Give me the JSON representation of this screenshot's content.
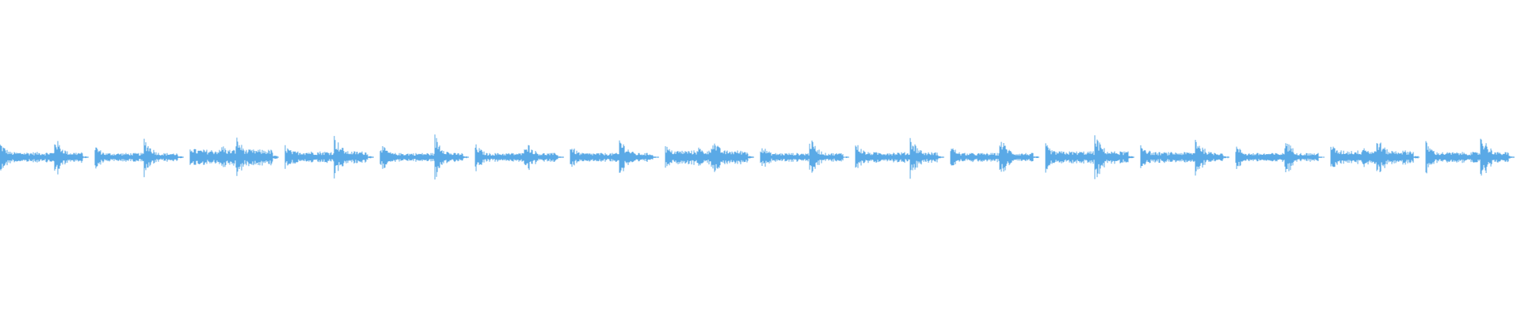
{
  "waveform": {
    "color": "#5aa9e6",
    "background": "#ffffff",
    "segments": [
      {
        "attacks": [
          0.0,
          0.62
        ],
        "peak": 0.55,
        "tail": 0.38,
        "sustain": 0.12,
        "width": 0.09
      },
      {
        "attacks": [
          0.0,
          0.56
        ],
        "peak": 0.5,
        "tail": 0.3,
        "sustain": 0.1,
        "width": 0.09
      },
      {
        "attacks": [
          0.0,
          0.36,
          0.52
        ],
        "peak": 0.55,
        "tail": 0.33,
        "sustain": 0.18,
        "width": 0.1
      },
      {
        "attacks": [
          0.0,
          0.56
        ],
        "peak": 0.55,
        "tail": 0.3,
        "sustain": 0.14,
        "width": 0.09
      },
      {
        "attacks": [
          0.0,
          0.62
        ],
        "peak": 0.58,
        "tail": 0.35,
        "sustain": 0.1,
        "width": 0.09
      },
      {
        "attacks": [
          0.0,
          0.56
        ],
        "peak": 0.48,
        "tail": 0.33,
        "sustain": 0.1,
        "width": 0.09
      },
      {
        "attacks": [
          0.0,
          0.56
        ],
        "peak": 0.52,
        "tail": 0.3,
        "sustain": 0.1,
        "width": 0.09
      },
      {
        "attacks": [
          0.0,
          0.36,
          0.52
        ],
        "peak": 0.55,
        "tail": 0.3,
        "sustain": 0.16,
        "width": 0.1
      },
      {
        "attacks": [
          0.0,
          0.56
        ],
        "peak": 0.5,
        "tail": 0.33,
        "sustain": 0.1,
        "width": 0.09
      },
      {
        "attacks": [
          0.0,
          0.62
        ],
        "peak": 0.55,
        "tail": 0.38,
        "sustain": 0.12,
        "width": 0.09
      },
      {
        "attacks": [
          0.0,
          0.56
        ],
        "peak": 0.52,
        "tail": 0.3,
        "sustain": 0.1,
        "width": 0.09
      },
      {
        "attacks": [
          0.0,
          0.56
        ],
        "peak": 0.58,
        "tail": 0.33,
        "sustain": 0.14,
        "width": 0.09
      },
      {
        "attacks": [
          0.0,
          0.62
        ],
        "peak": 0.55,
        "tail": 0.38,
        "sustain": 0.12,
        "width": 0.09
      },
      {
        "attacks": [
          0.0,
          0.56
        ],
        "peak": 0.5,
        "tail": 0.3,
        "sustain": 0.1,
        "width": 0.09
      },
      {
        "attacks": [
          0.0,
          0.36,
          0.52
        ],
        "peak": 0.55,
        "tail": 0.33,
        "sustain": 0.16,
        "width": 0.1
      },
      {
        "attacks": [
          0.0,
          0.62
        ],
        "peak": 0.65,
        "tail": 0.38,
        "sustain": 0.12,
        "width": 0.09
      }
    ]
  }
}
